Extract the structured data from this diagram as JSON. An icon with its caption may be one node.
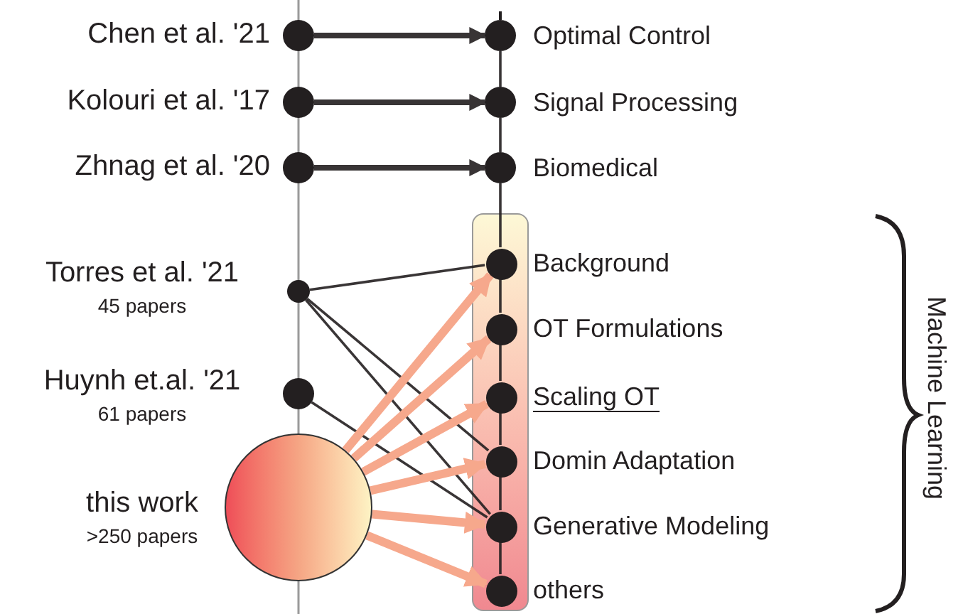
{
  "diagram": {
    "nodes": [
      {
        "text": [],
        "shape": "circle",
        "beside": [
          "Chen et al. '21"
        ]
      },
      {
        "text": [],
        "shape": "circle",
        "beside": [
          "Kolouri et al. '17"
        ]
      },
      {
        "text": [],
        "shape": "circle",
        "beside": [
          "Zhnag et al. '20"
        ]
      },
      {
        "text": [],
        "shape": "circle",
        "beside": [
          "Torres et al. '21",
          "45 papers"
        ]
      },
      {
        "text": [],
        "shape": "circle",
        "beside": [
          "Huynh et.al. '21",
          "61 papers"
        ]
      },
      {
        "text": [],
        "shape": "circle",
        "beside": [
          "this work",
          ">250 papers"
        ]
      },
      {
        "text": [],
        "shape": "circle",
        "beside": [
          "Optimal Control"
        ]
      },
      {
        "text": [],
        "shape": "circle",
        "beside": [
          "Signal Processing"
        ]
      },
      {
        "text": [],
        "shape": "circle",
        "beside": [
          "Biomedical"
        ]
      },
      {
        "text": [],
        "shape": "box"
      },
      {
        "text": [],
        "shape": "circle",
        "in": 9,
        "beside": [
          "Background"
        ]
      },
      {
        "text": [],
        "shape": "circle",
        "in": 9,
        "beside": [
          "OT Formulations"
        ]
      },
      {
        "text": [],
        "shape": "circle",
        "in": 9,
        "beside": [
          "Scaling OT"
        ]
      },
      {
        "text": [],
        "shape": "circle",
        "in": 9,
        "beside": [
          "Domin Adaptation"
        ]
      },
      {
        "text": [],
        "shape": "circle",
        "in": 9,
        "beside": [
          "Generative Modeling"
        ]
      },
      {
        "text": [],
        "shape": "circle",
        "in": 9,
        "beside": [
          "others"
        ]
      }
    ],
    "edges": [
      {
        "from": 0,
        "to": 6,
        "arrow": "to",
        "style": "thick"
      },
      {
        "from": 1,
        "to": 7,
        "arrow": "to",
        "style": "thick"
      },
      {
        "from": 2,
        "to": 8,
        "arrow": "to",
        "style": "thick"
      },
      {
        "from": 3,
        "to": 10,
        "arrow": "none"
      },
      {
        "from": 3,
        "to": 13,
        "arrow": "none"
      },
      {
        "from": 3,
        "to": 14,
        "arrow": "none"
      },
      {
        "from": 4,
        "to": 14,
        "arrow": "none"
      },
      {
        "from": 5,
        "to": 10,
        "arrow": "to",
        "style": "thick",
        "color": "#f6a88c"
      },
      {
        "from": 5,
        "to": 11,
        "arrow": "to",
        "style": "thick",
        "color": "#f6a88c"
      },
      {
        "from": 5,
        "to": 12,
        "arrow": "to",
        "style": "thick",
        "color": "#f6a88c"
      },
      {
        "from": 5,
        "to": 13,
        "arrow": "to",
        "style": "thick",
        "color": "#f6a88c"
      },
      {
        "from": 5,
        "to": 14,
        "arrow": "to",
        "style": "thick",
        "color": "#f6a88c"
      },
      {
        "from": 5,
        "to": 15,
        "arrow": "to",
        "style": "thick",
        "color": "#f6a88c"
      },
      {
        "from": 6,
        "to": 7,
        "arrow": "none"
      },
      {
        "from": 7,
        "to": 8,
        "arrow": "none"
      },
      {
        "from": 8,
        "to": 10,
        "arrow": "none"
      },
      {
        "from": 10,
        "to": 11,
        "arrow": "none"
      },
      {
        "from": 11,
        "to": 12,
        "arrow": "none"
      },
      {
        "from": 12,
        "to": 13,
        "arrow": "none"
      },
      {
        "from": 13,
        "to": 14,
        "arrow": "none"
      },
      {
        "from": 14,
        "to": 15,
        "arrow": "none"
      }
    ],
    "labels": [
      "Machine Learning"
    ]
  }
}
